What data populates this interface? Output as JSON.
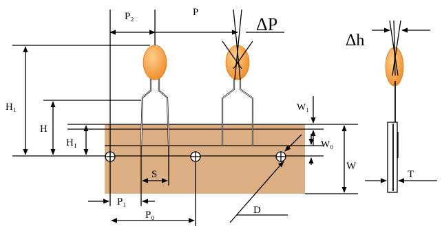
{
  "colors": {
    "tape": "#dcae84",
    "capacitor": "#f5a04a",
    "capacitor_edge": "#e07a12",
    "line": "#000000"
  },
  "labels": {
    "P2": "P₂",
    "P": "P",
    "dP": "ΔP",
    "dh": "Δh",
    "H1_upper": "H₁",
    "H": "H",
    "H1": "H₁",
    "W1": "W₁",
    "W0": "W₀",
    "W": "W",
    "S": "S",
    "P1": "P₁",
    "P0": "P₀",
    "D": "D",
    "T": "T"
  }
}
